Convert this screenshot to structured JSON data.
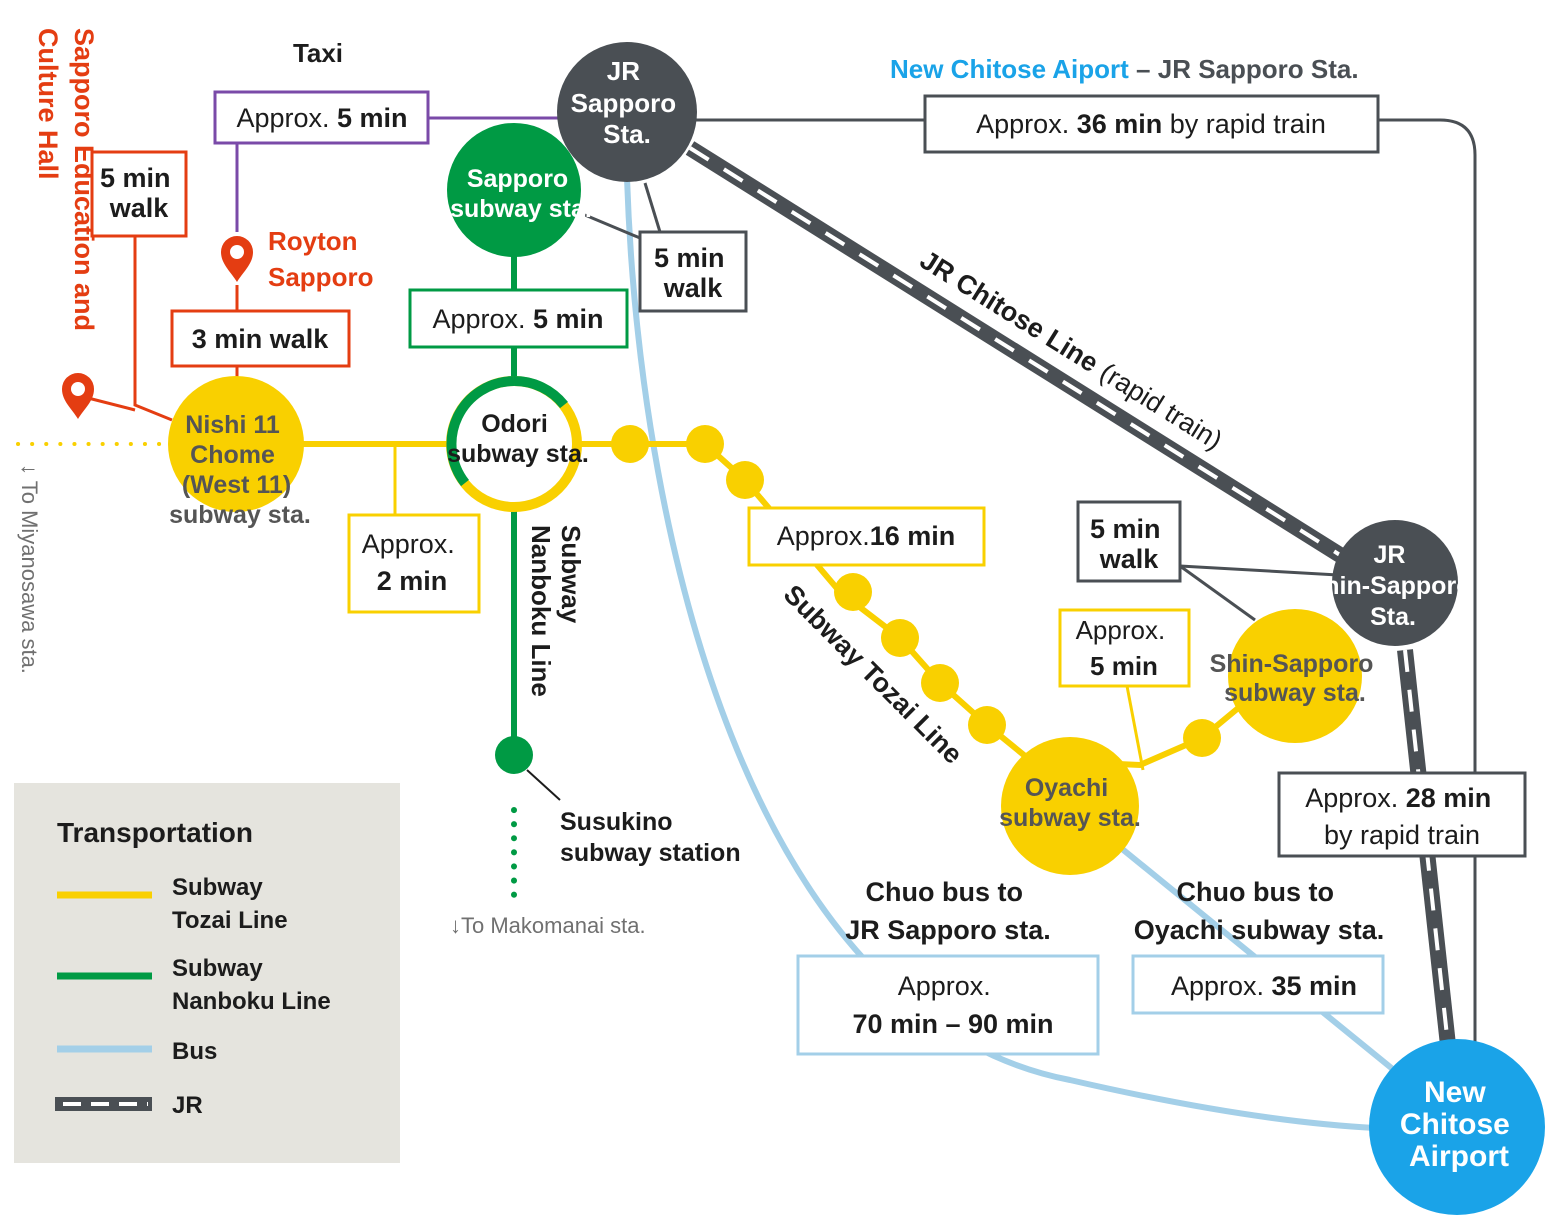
{
  "colors": {
    "tozai": "#f9d000",
    "nanboku": "#009a44",
    "bus": "#a3cfe8",
    "jr": "#4a4f54",
    "taxi": "#7a4aa8",
    "walk_red": "#e43d12",
    "airport": "#1aa3e8",
    "legend_bg": "#e5e4de",
    "heading_blue": "#1aa3e8",
    "text": "#1c1c1c",
    "note_gray": "#707070"
  },
  "stations": {
    "jr_sapporo": [
      "JR",
      "Sapporo",
      "Sta."
    ],
    "sapporo_subway": [
      "Sapporo",
      "subway sta."
    ],
    "odori": [
      "Odori",
      "subway sta."
    ],
    "nishi11": [
      "Nishi 11",
      "Chome",
      "(West 11)",
      "subway sta."
    ],
    "jr_shin_sapporo": [
      "JR",
      "Shin-Sapporo",
      "Sta."
    ],
    "shin_sapporo_subway": [
      "Shin-Sapporo",
      "subway sta."
    ],
    "oyachi": [
      "Oyachi",
      "subway sta."
    ],
    "airport": [
      "New",
      "Chitose",
      "Airport"
    ],
    "susukino": [
      "Susukino",
      "subway station"
    ]
  },
  "places": {
    "royton": [
      "Royton",
      "Sapporo"
    ],
    "education_hall": [
      "Sapporo Education and",
      "Culture Hall"
    ]
  },
  "lines": {
    "nanboku": [
      "Subway",
      "Nanboku Line"
    ],
    "tozai": "Subway Tozai Line",
    "jr_chitose": "JR Chitose Line",
    "jr_chitose_note": "(rapid train)"
  },
  "headings": {
    "taxi": "Taxi",
    "airport_route_a": "New Chitose Aiport",
    "airport_route_b": " – JR Sapporo Sta.",
    "bus_jr": [
      "Chuo bus to",
      "JR Sapporo sta."
    ],
    "bus_oyachi": [
      "Chuo bus to",
      "Oyachi subway sta."
    ]
  },
  "boxes": {
    "taxi_time": {
      "prefix": "Approx. ",
      "value": "5 min"
    },
    "rapid_36": {
      "prefix": "Approx. ",
      "value": "36 min",
      "suffix": " by rapid train"
    },
    "walk_5_jr": [
      "5 min",
      "walk"
    ],
    "nanboku_time": {
      "prefix": "Approx. ",
      "value": "5 min"
    },
    "walk_5_hall": [
      "5 min",
      "walk"
    ],
    "walk_3_royton": "3 min walk",
    "tozai_2": [
      "Approx.",
      "2 min"
    ],
    "tozai_16": {
      "prefix": "Approx.",
      "value": "16 min"
    },
    "walk_5_shin": [
      "5 min",
      "walk"
    ],
    "tozai_5": [
      "Approx.",
      "5 min"
    ],
    "rapid_28": {
      "prefix": "Approx. ",
      "value": "28 min",
      "line2": "by rapid train"
    },
    "bus_70_90": [
      "Approx.",
      "70 min – 90 min"
    ],
    "bus_35": {
      "prefix": "Approx. ",
      "value": "35 min"
    }
  },
  "notes": {
    "miyanosawa": "↓ To Miyanosawa sta.",
    "makomanai": "↓To Makomanai sta."
  },
  "legend": {
    "title": "Transportation",
    "items": [
      {
        "label": [
          "Subway",
          "Tozai Line"
        ],
        "kind": "tozai"
      },
      {
        "label": [
          "Subway",
          "Nanboku Line"
        ],
        "kind": "nanboku"
      },
      {
        "label": [
          "Bus"
        ],
        "kind": "bus"
      },
      {
        "label": [
          "JR"
        ],
        "kind": "jr"
      }
    ]
  }
}
